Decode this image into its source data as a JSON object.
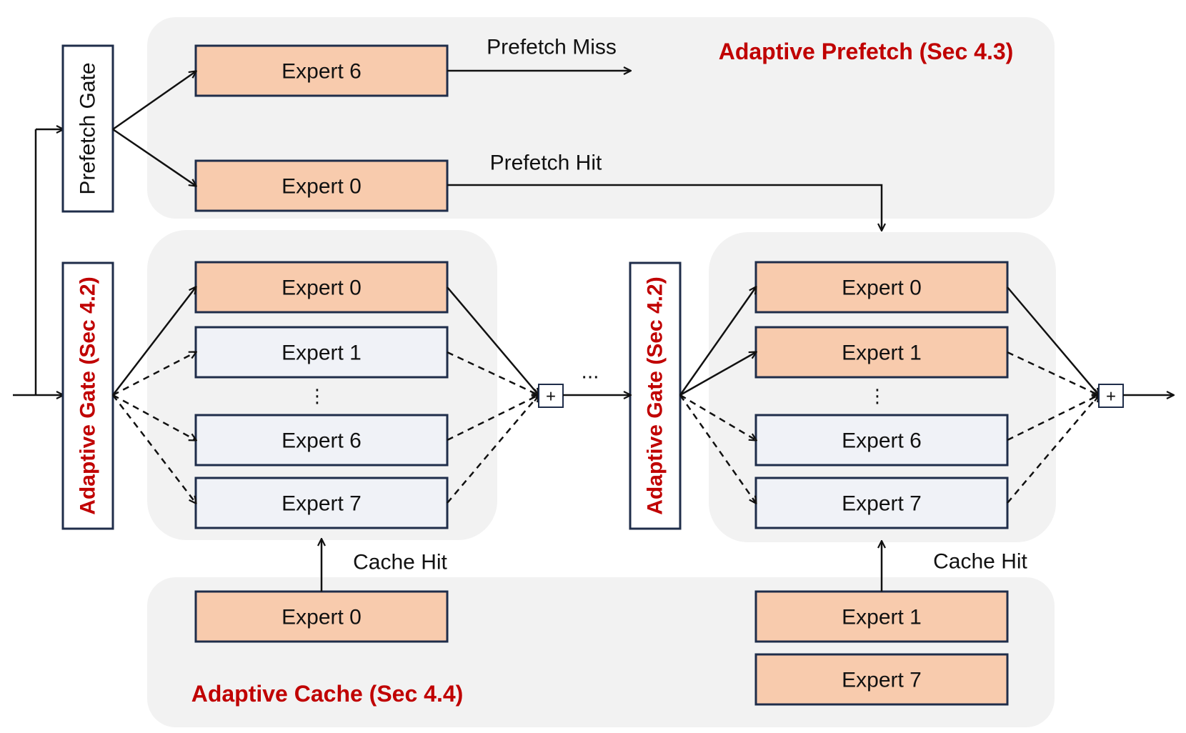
{
  "sections": {
    "prefetch": "Adaptive Prefetch (Sec 4.3)",
    "cache": "Adaptive Cache (Sec 4.4)"
  },
  "gates": {
    "prefetch_gate": "Prefetch Gate",
    "adaptive_gate_1": "Adaptive Gate (Sec 4.2)",
    "adaptive_gate_2": "Adaptive Gate (Sec 4.2)"
  },
  "prefetch": {
    "expert_a": "Expert 6",
    "expert_b": "Expert 0",
    "miss_label": "Prefetch Miss",
    "hit_label": "Prefetch Hit"
  },
  "layer1": {
    "experts": [
      "Expert 0",
      "Expert 1",
      "Expert 6",
      "Expert 7"
    ],
    "vdots": "⋮"
  },
  "layer2": {
    "experts": [
      "Expert 0",
      "Expert 1",
      "Expert 6",
      "Expert 7"
    ],
    "vdots": "⋮"
  },
  "cache": {
    "expert_l1": "Expert 0",
    "expert_l2a": "Expert 1",
    "expert_l2b": "Expert 7",
    "hit_label_1": "Cache Hit",
    "hit_label_2": "Cache Hit"
  },
  "sum_symbol": "+",
  "ellipsis": "...",
  "colors": {
    "hit_fill": "#f8cbad",
    "idle_fill": "#f0f2f7",
    "section_red": "#c00000",
    "panel_gray": "#f2f2f2",
    "border_navy": "#1f2d4a"
  }
}
